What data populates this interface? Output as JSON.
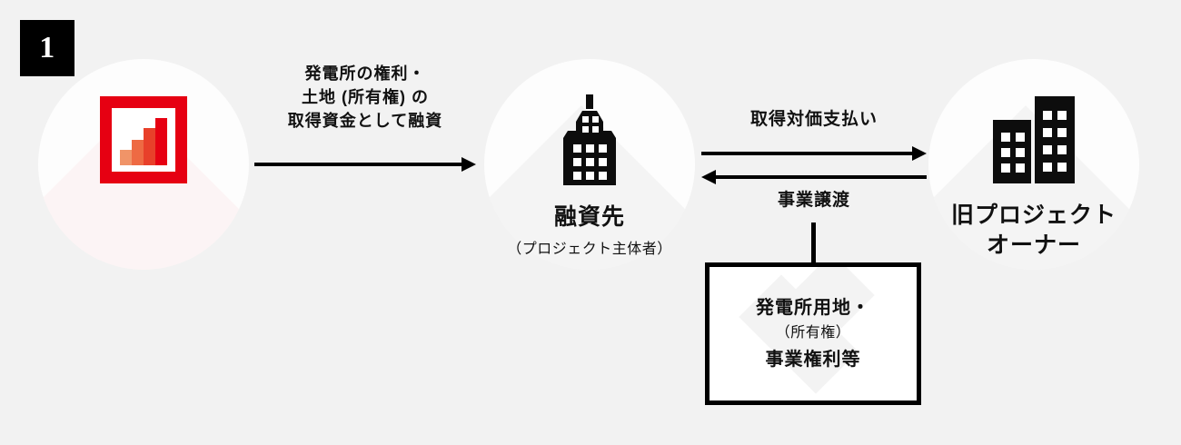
{
  "diagram": {
    "step_number": "1",
    "background_color": "#f2f2f2",
    "accent_color": "#e60012"
  },
  "nodes": {
    "left": {
      "icon": "chart-frame-icon",
      "bar_colors": [
        "#f09468",
        "#ee6a43",
        "#e8402a",
        "#e60012"
      ],
      "title": "",
      "subtitle": ""
    },
    "center": {
      "icon": "tower-building-icon",
      "title": "融資先",
      "subtitle": "（プロジェクト主体者）"
    },
    "right": {
      "icon": "two-buildings-icon",
      "title_line1": "旧プロジェクト",
      "title_line2": "オーナー",
      "subtitle": ""
    }
  },
  "edges": {
    "fund": {
      "label_line1": "発電所の権利・",
      "label_line2": "土地 (所有権) の",
      "label_line3": "取得資金として融資",
      "direction": "right"
    },
    "payment": {
      "label": "取得対価支払い",
      "direction": "right"
    },
    "transfer": {
      "label": "事業譲渡",
      "direction": "left"
    }
  },
  "asset_box": {
    "line1": "発電所用地・",
    "line2": "（所有権）",
    "line3": "事業権利等"
  }
}
